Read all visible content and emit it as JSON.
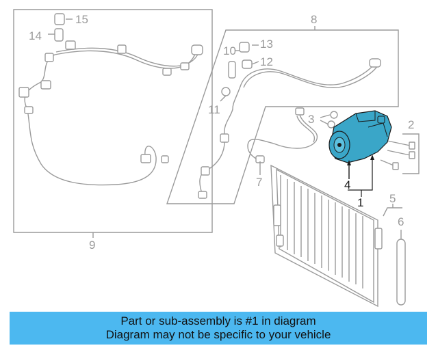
{
  "callouts": {
    "c1": "1",
    "c2": "2",
    "c3": "3",
    "c4": "4",
    "c5": "5",
    "c6": "6",
    "c7": "7",
    "c8": "8",
    "c9": "9",
    "c10": "10",
    "c11": "11",
    "c12": "12",
    "c13": "13",
    "c14": "14",
    "c15": "15"
  },
  "highlighted_part": "1",
  "colors": {
    "highlight": "#3aa6c8",
    "line": "#9a9a9a",
    "banner": "#4cb8f0"
  },
  "banner": {
    "line1": "Part or sub-assembly is #1 in diagram",
    "line2": "Diagram may not be specific to your vehicle"
  }
}
